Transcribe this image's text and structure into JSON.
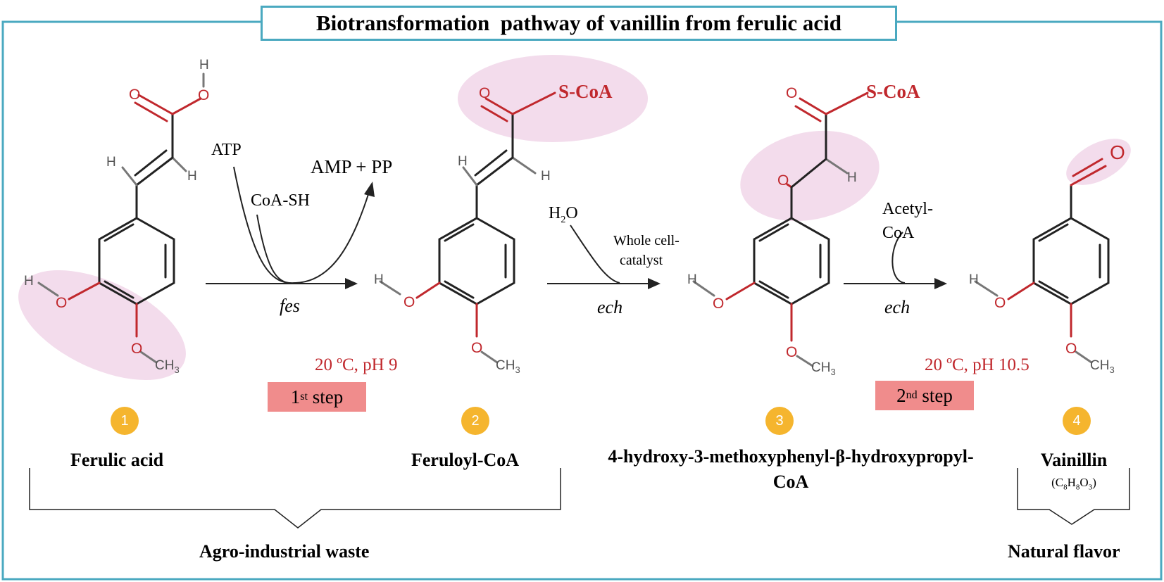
{
  "title": "Biotransformation  pathway of vanillin from ferulic acid",
  "reaction1": {
    "reactant_a": "ATP",
    "reactant_b": "CoA-SH",
    "product": "AMP + PP",
    "enzyme": "fes",
    "conditions": "20 ºC, pH 9",
    "step_main": "1",
    "step_sup": "st",
    "step_word": " step"
  },
  "reaction2": {
    "reactant_h": "H",
    "reactant_sub": "2",
    "reactant_o": "O",
    "catalyst_line1": "Whole cell-",
    "catalyst_line2": "catalyst",
    "enzyme": "ech"
  },
  "reaction3": {
    "reactant_line1": "Acetyl-",
    "reactant_line2": "CoA",
    "enzyme": "ech",
    "conditions": "20 ºC, pH 10.5",
    "step_main": "2",
    "step_sup": "nd",
    "step_word": " step"
  },
  "compounds": [
    {
      "number": "1",
      "name": "Ferulic acid"
    },
    {
      "number": "2",
      "name": "Feruloyl-CoA"
    },
    {
      "number": "3",
      "name_line1": "4-hydroxy-3-methoxyphenyl-β-hydroxypropyl-",
      "name_line2": "CoA"
    },
    {
      "number": "4",
      "name": "Vainillin",
      "formula": "(C8H8O3)"
    }
  ],
  "atoms": {
    "O": "O",
    "H": "H",
    "CH3": "CH3",
    "SCoA": "S-CoA"
  },
  "groups": {
    "left": "Agro-industrial waste",
    "right": "Natural flavor"
  },
  "colors": {
    "frame": "#4aa9c0",
    "heteroatom": "#c0282d",
    "highlight": "#f3dcec",
    "step_box": "#f08c8c",
    "badge": "#f5b52e"
  }
}
